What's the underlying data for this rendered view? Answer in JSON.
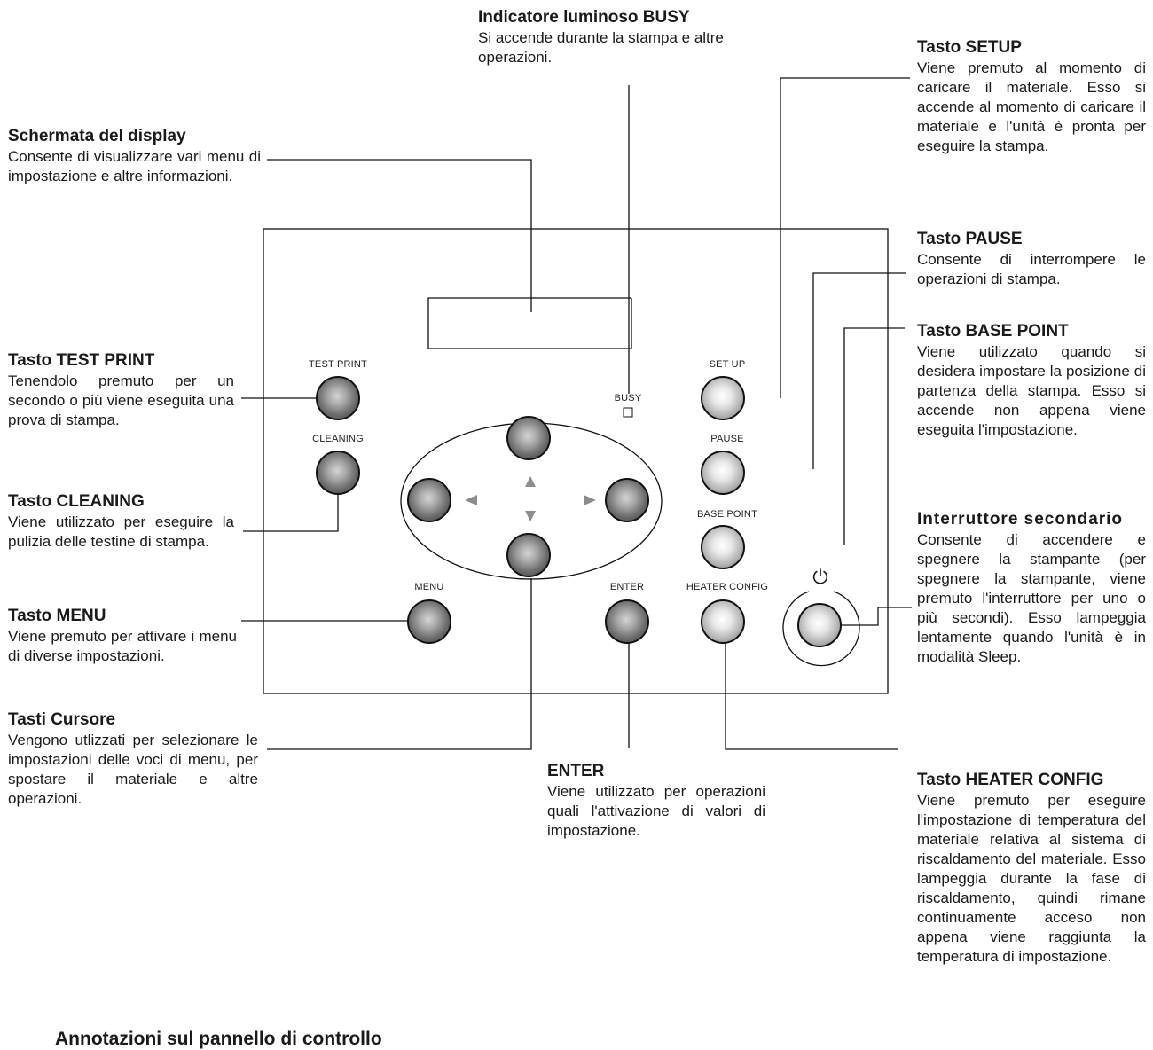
{
  "callouts": {
    "busy": {
      "title": "Indicatore luminoso BUSY",
      "desc": "Si accende durante la stampa e altre operazioni."
    },
    "display": {
      "title": "Schermata del display",
      "desc": "Consente di visualizzare vari menu di impostazione e altre informazioni."
    },
    "test_print": {
      "title": "Tasto TEST PRINT",
      "desc": "Tenendolo premuto per un secondo o più viene eseguita una prova di stampa."
    },
    "cleaning": {
      "title": "Tasto CLEANING",
      "desc": "Viene utilizzato per eseguire la pulizia delle testine di stampa."
    },
    "menu": {
      "title": "Tasto MENU",
      "desc": "Viene premuto per attivare i menu di diverse impostazioni."
    },
    "cursor": {
      "title": "Tasti Cursore",
      "desc": "Vengono utlizzati per selezionare le impostazioni delle voci di menu, per spostare il materiale e altre operazioni."
    },
    "enter": {
      "title": "ENTER",
      "desc": "Viene utilizzato per operazioni quali l'attivazione di valori di impostazione."
    },
    "setup": {
      "title": "Tasto SETUP",
      "desc": "Viene premuto al momento di caricare il materiale. Esso si accende al momento di caricare il materiale e l'unità è pronta per eseguire la stampa."
    },
    "pause": {
      "title": "Tasto PAUSE",
      "desc": "Consente di interrompere le operazioni di stampa."
    },
    "base_point": {
      "title": "Tasto BASE POINT",
      "desc": "Viene utilizzato quando si desidera impostare la posizione di partenza della stampa. Esso si accende non appena viene eseguita l'impostazione."
    },
    "sub_power": {
      "title": "Interruttore secondario",
      "desc": "Consente di accendere e spegnere la stampante (per spegnere la stampante, viene premuto l'interruttore per uno o più secondi). Esso lampeggia lentamente quando l'unità è in modalità Sleep."
    },
    "heater": {
      "title": "Tasto HEATER CONFIG",
      "desc": "Viene premuto per eseguire l'impostazione di temperatura del materiale relativa al sistema di riscaldamento del materiale. Esso lampeggia durante la fase di riscaldamento, quindi rimane continuamente acceso non appena viene raggiunta la temperatura di impostazione."
    }
  },
  "panel_labels": {
    "test_print": "TEST PRINT",
    "cleaning": "CLEANING",
    "menu": "MENU",
    "busy": "BUSY",
    "enter": "ENTER",
    "setup": "SET UP",
    "pause": "PAUSE",
    "base_point": "BASE POINT",
    "heater": "HEATER CONFIG",
    "power_symbol": "⏻"
  },
  "footer_title": "Annotazioni sul pannello di controllo",
  "colors": {
    "button_dark": "#5a5a5a",
    "button_light": "#d8d8d8",
    "line": "#111111",
    "arrow": "#8c8c8c"
  },
  "icons": [
    "power-icon",
    "arrow-up-icon",
    "arrow-down-icon",
    "arrow-left-icon",
    "arrow-right-icon"
  ]
}
